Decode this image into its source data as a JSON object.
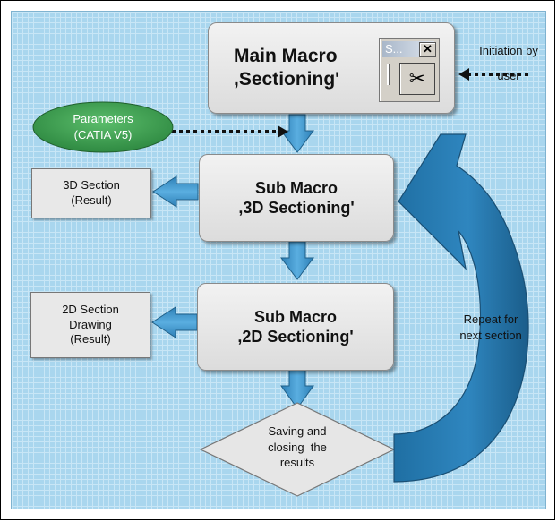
{
  "main_macro": {
    "line1": "Main Macro",
    "line2": ",Sectioning'"
  },
  "toolbar_window": {
    "title": "S...",
    "close_glyph": "✕",
    "icon": "scissors-icon",
    "icon_glyph": "✂"
  },
  "initiation": {
    "line1": "Initiation by",
    "line2": "user"
  },
  "parameters": {
    "line1": "Parameters",
    "line2": "(CATIA V5)"
  },
  "sub_3d": {
    "line1": "Sub Macro",
    "line2": ",3D Sectioning'"
  },
  "result_3d": {
    "line1": "3D Section",
    "line2": "(Result)"
  },
  "sub_2d": {
    "line1": "Sub Macro",
    "line2": ",2D Sectioning'"
  },
  "result_2d": {
    "line1": "2D Section",
    "line2": "Drawing",
    "line3": "(Result)"
  },
  "repeat": {
    "line1": "Repeat for",
    "line2": "next section"
  },
  "saving": {
    "line1": "Saving and",
    "line2": "closing  the",
    "line3": "results"
  },
  "colors": {
    "background": "#a9d6ee",
    "arrow": "#3f94c8",
    "arrow_dark": "#1f5f88",
    "ellipse": "#3d9a4e",
    "box": "#e2e2e2"
  }
}
